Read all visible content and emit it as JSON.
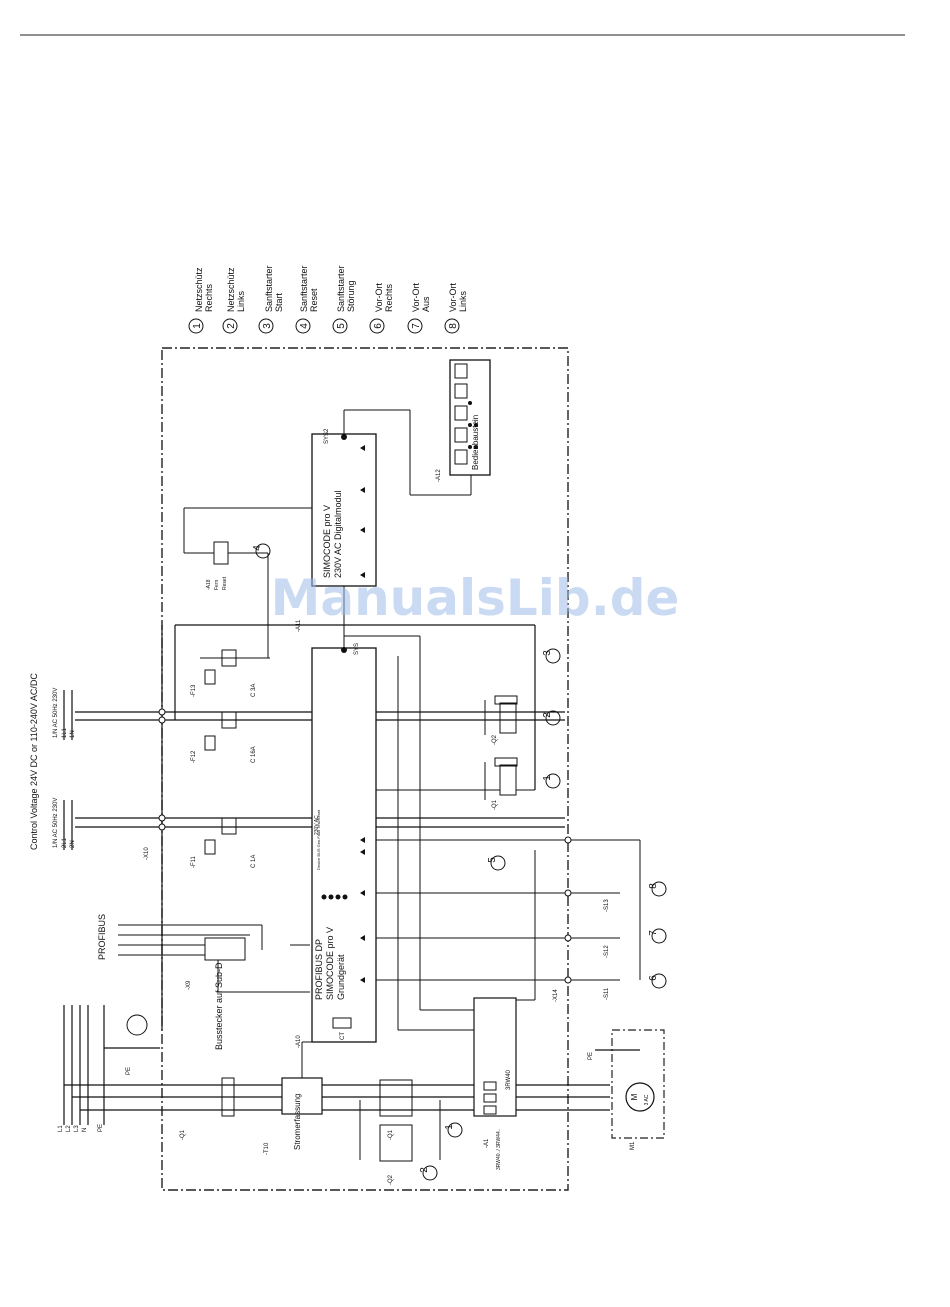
{
  "legend": [
    {
      "num": "1",
      "l1": "Netzschütz",
      "l2": "Rechts"
    },
    {
      "num": "2",
      "l1": "Netzschütz",
      "l2": "Links"
    },
    {
      "num": "3",
      "l1": "Sanftstarter",
      "l2": "Start"
    },
    {
      "num": "4",
      "l1": "Sanftstarter",
      "l2": "Reset"
    },
    {
      "num": "5",
      "l1": "Sanftstarter",
      "l2": "Störung"
    },
    {
      "num": "6",
      "l1": "Vor-Ort",
      "l2": "Rechts"
    },
    {
      "num": "7",
      "l1": "Vor-Ort",
      "l2": "Aus"
    },
    {
      "num": "8",
      "l1": "Vor-Ort",
      "l2": "Links"
    }
  ],
  "supply": {
    "title": "Control Voltage 24V DC or 110-240V AC/DC",
    "ac1": "1/N AC 50Hz 230V",
    "ac2": "1/N AC 50Hz 230V",
    "l1": "1L1",
    "n1": "1N",
    "l2": "2L1",
    "n2": "2N"
  },
  "fuses": {
    "f11": "-F11",
    "f11_rating": "C 1A",
    "f12": "-F12",
    "f12_rating": "C 16A",
    "f13": "-F13",
    "f13_rating": "C 3A",
    "x10": "-X10"
  },
  "profibus": {
    "title": "PROFIBUS",
    "x9": "-X9",
    "connector": "Busstecker auf Sub-D"
  },
  "basic_unit": {
    "tag": "-A10",
    "l1": "PROFIBUS DP",
    "l2": "SIMOCODE pro V",
    "l3": "Grundgerät",
    "led": "Device\nBUS\nGen.Fault\nTest/Reset",
    "supply": "230V AC",
    "syslink": "SYS",
    "ct": "CT"
  },
  "digital_module": {
    "tag": "-A11",
    "l1": "SIMOCODE pro V",
    "l2": "230V AC Digitalmodul",
    "syslink": "SYS2"
  },
  "operator_panel": {
    "tag": "-A12",
    "label": "Bedienbaustein",
    "syslink": "SYS"
  },
  "reset": {
    "tag": "-A18",
    "l1": "Fern",
    "l2": "Reset"
  },
  "contactors": {
    "q1": "-Q1",
    "q2": "-Q2"
  },
  "current_sensor": {
    "tag": "-T10",
    "label": "Stromerfassung"
  },
  "soft_starter": {
    "tag": "-A1",
    "model": "3RW40../\n3RW44..",
    "label": "3RW40"
  },
  "motor": {
    "tag": "M1",
    "label": "M",
    "phase": "3 AC"
  },
  "buttons": {
    "s11": "-S11",
    "s12": "-S12",
    "s13": "-S13",
    "x14": "-X14"
  },
  "mains": {
    "l1": "L1",
    "l2": "L2",
    "l3": "L3",
    "n": "N",
    "pe": "PE",
    "q0": "-Q1"
  },
  "watermark": "ManualsLib.de"
}
